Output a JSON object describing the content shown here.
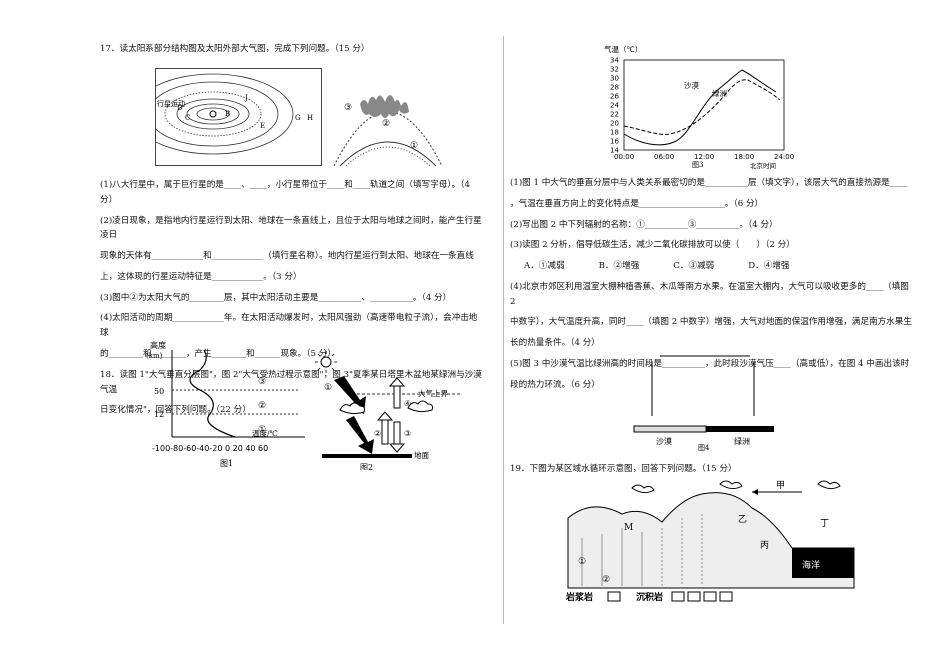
{
  "q17": {
    "title": "17．读太阳系部分结构图及太阳外部大气图，完成下列问题。（15 分）",
    "p1": "(1)八大行星中，属于巨行星的是____、____，小行星带位于____和____轨道之间（填写字母）。（4 分）",
    "p2a": "(2)凌日现象，是指地内行星运行到太阳、地球在一条直线上，且位于太阳与地球之间时，能产生行星凌日",
    "p2b": "现象的天体有____________和____________（填行星名称）。地内行星运行到太阳、地球在一条直线",
    "p2c": "上，这体现的行星运动特征是____________。（3 分）",
    "p3": "(3)图中②为太阳大气的________层，其中太阳活动主要是__________、__________。（4 分）",
    "p4a": "(4)太阳活动的周期____________年。在太阳活动爆发时，太阳风强劲（高速带电粒子流），会冲击地球",
    "p4b": "的________和________，产生________和______现象。（5 分）",
    "fig_labels": [
      "行星运动",
      "B",
      "D",
      "G",
      "H",
      "J",
      "E",
      "C",
      "③",
      "②",
      "①"
    ]
  },
  "q18": {
    "title_a": "18．读图 1\"大气垂直分层图\"，图 2\"大气受热过程示意图\"，图 3\"夏季某日塔里木盆地某绿洲与沙漠气温",
    "title_b": "日变化情况\"，回答下列问题。（22 分）",
    "fig1": {
      "ylabel": "高度",
      "yunit": "(km)",
      "yticks": [
        "50",
        "12"
      ],
      "layers": [
        "③",
        "②",
        "①"
      ],
      "xlabel": "温度/℃",
      "xticks": "-100-80-60-40-20  0  20  40  60",
      "caption": "图1"
    },
    "fig2": {
      "top_label": "大气上界",
      "ground_label": "地面",
      "marks": [
        "①",
        "②",
        "③",
        "④"
      ],
      "caption": "图2"
    },
    "fig3": {
      "ylabel": "气温（℃）",
      "yticks": [
        "34",
        "32",
        "30",
        "28",
        "26",
        "24",
        "22",
        "20",
        "18",
        "16",
        "14"
      ],
      "xticks": [
        "00:00",
        "06:00",
        "12:00",
        "18:00",
        "24:00"
      ],
      "xlabel": "北京时间",
      "series_desert": "沙漠",
      "series_oasis": "绿洲",
      "caption": "图3"
    },
    "r1a": "(1)图 1 中大气的垂直分层中与人类关系最密切的是__________层（填文字），该层大气的直接热源是____",
    "r1b": "，气温在垂直方向上的变化特点是____________________。（6 分）",
    "r2": "(2)写出图 2 中下列辐射的名称：①__________③__________。（4 分）",
    "r3": "(3)读图 2 分析，倡导低碳生活，减少二氧化碳排放可以使（　　）（2 分）",
    "options": [
      "A．①减弱",
      "B．②增强",
      "C．③减弱",
      "D．④增强"
    ],
    "r4a": "(4)北京市郊区利用温室大棚种植香蕉、木瓜等南方水果。在温室大棚内，大气可以吸收更多的____（填图 2",
    "r4b": "中数字），大气温度升高，同时____（填图 2 中数字）增强，大气对地面的保温作用增强，满足南方水果生",
    "r4c": "长的热量条件。（4 分）",
    "r5a": "(5)图 3 中沙漠气温比绿洲高的时间段是__________，此时段沙漠气压____（高或低），在图 4 中画出该时",
    "r5b": "段的热力环流。（6 分）",
    "fig4": {
      "left": "沙漠",
      "right": "绿洲",
      "caption": "图4"
    }
  },
  "q19": {
    "title": "19．下图为某区域水循环示意图，回答下列问题。（15 分）",
    "labels": {
      "jia": "甲",
      "yi": "乙",
      "bing": "丙",
      "ding": "丁",
      "ocean": "海洋",
      "M": "M",
      "c1": "①",
      "c2": "②"
    },
    "legend": {
      "igneous": "岩浆岩",
      "sedimentary": "沉积岩"
    }
  }
}
